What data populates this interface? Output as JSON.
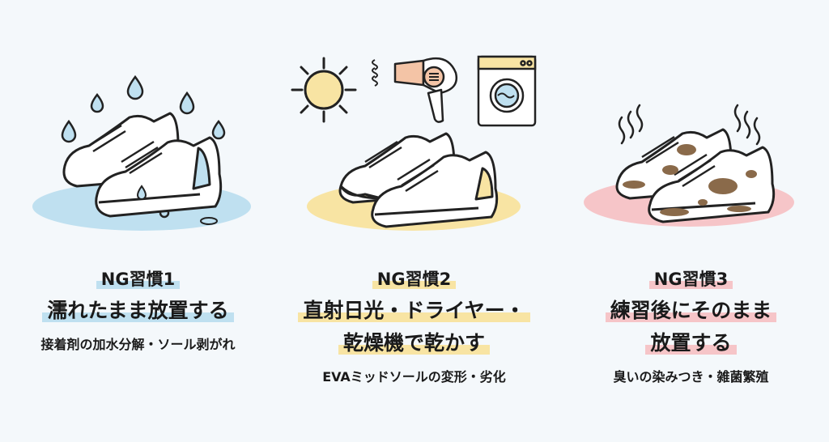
{
  "colors": {
    "background": "#f4f8fb",
    "blue_accent": "#bfe0f0",
    "yellow_accent": "#f8e4a3",
    "pink_accent": "#f6c5c8",
    "mud": "#8a6a4a"
  },
  "panels": [
    {
      "label": "NG習慣1",
      "title_lines": [
        "濡れたまま放置する"
      ],
      "subtitle": "接着剤の加水分解・ソール剥がれ",
      "icons": [
        "water-drop-icon",
        "wet-sneakers-icon",
        "puddle-icon"
      ]
    },
    {
      "label": "NG習慣2",
      "title_lines": [
        "直射日光・ドライヤー・",
        "乾燥機で乾かす"
      ],
      "subtitle": "EVAミッドソールの変形・劣化",
      "icons": [
        "sun-icon",
        "hair-dryer-icon",
        "washing-machine-icon",
        "sneakers-icon"
      ]
    },
    {
      "label": "NG習慣3",
      "title_lines": [
        "練習後にそのまま",
        "放置する"
      ],
      "subtitle": "臭いの染みつき・雑菌繁殖",
      "icons": [
        "odor-waves-icon",
        "dirty-sneakers-icon"
      ]
    }
  ]
}
